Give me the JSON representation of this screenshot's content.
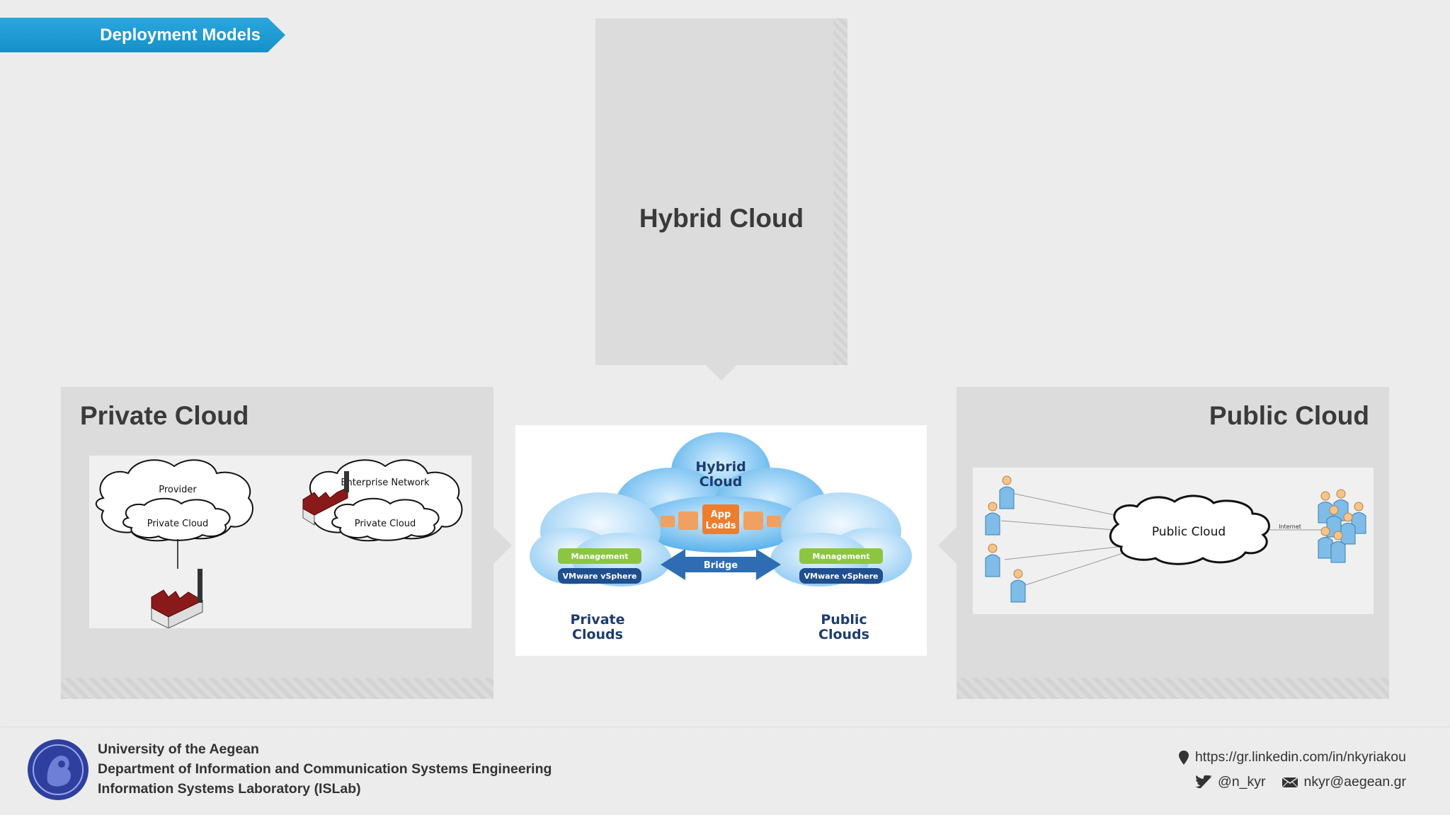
{
  "section_tag": "Deployment Models",
  "hybrid": {
    "title": "Hybrid Cloud"
  },
  "private": {
    "title": "Private Cloud",
    "diagram": {
      "provider": "Provider",
      "private_cloud_1": "Private Cloud",
      "enterprise": "Enterprise Network",
      "private_cloud_2": "Private Cloud"
    }
  },
  "public": {
    "title": "Public Cloud",
    "diagram": {
      "cloud": "Public Cloud",
      "internet": "Internet"
    }
  },
  "center_diagram": {
    "hybrid_label_1": "Hybrid",
    "hybrid_label_2": "Cloud",
    "app_1": "App",
    "app_2": "Loads",
    "management_left": "Management",
    "management_right": "Management",
    "vsphere_left": "VMware vSphere",
    "vsphere_right": "VMware vSphere",
    "bridge": "Bridge",
    "private_1": "Private",
    "private_2": "Clouds",
    "public_1": "Public",
    "public_2": "Clouds"
  },
  "footer": {
    "university": "University of the Aegean",
    "department": "Department of Information and Communication Systems Engineering",
    "lab": "Information Systems Laboratory (ISLab)",
    "linkedin": "https://gr.linkedin.com/in/nkyriakou",
    "twitter": "@n_kyr",
    "email": "nkyr@aegean.gr"
  },
  "colors": {
    "accent": "#1b98d1",
    "panel": "#dcdcdc",
    "background": "#ececec"
  }
}
